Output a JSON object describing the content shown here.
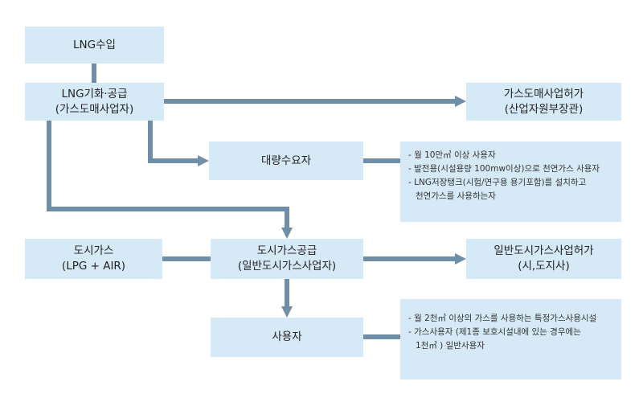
{
  "colors": {
    "box_fill": "#d6e9f6",
    "connector": "#6f8fa8"
  },
  "nodes": {
    "lng_import": {
      "line1": "LNG수입"
    },
    "lng_supply": {
      "line1": "LNG기화·공급",
      "line2": "(가스도매사업자)"
    },
    "wholesale_permit": {
      "line1": "가스도매사업허가",
      "line2": "(산업자원부장관)"
    },
    "bulk_consumer": {
      "line1": "대량수요자"
    },
    "city_gas_source": {
      "line1": "도시가스",
      "line2": "(LPG + AIR)"
    },
    "city_gas_supply": {
      "line1": "도시가스공급",
      "line2": "(일반도시가스사업자)"
    },
    "general_permit": {
      "line1": "일반도시가스사업허가",
      "line2": "(시,도지사)"
    },
    "user": {
      "line1": "사용자"
    }
  },
  "notes": {
    "bulk_consumer_note": {
      "line1": "- 월 10만㎥ 이상 사용자",
      "line2": "- 발전용(시설용량 100mw이상)으로 천연가스 사용자",
      "line3": "- LNG저장탱크(시험/연구용 용기포함)를 설치하고",
      "line4": "천연가스를 사용하는자"
    },
    "user_note": {
      "line1": "- 월 2천㎥ 이상의 가스를 사용하는 특정가스사용시설",
      "line2": "- 가스사용자 (제1종 보호시설내에 있는 경우에는",
      "line3": "1천㎥ ) 일반사용자"
    }
  }
}
